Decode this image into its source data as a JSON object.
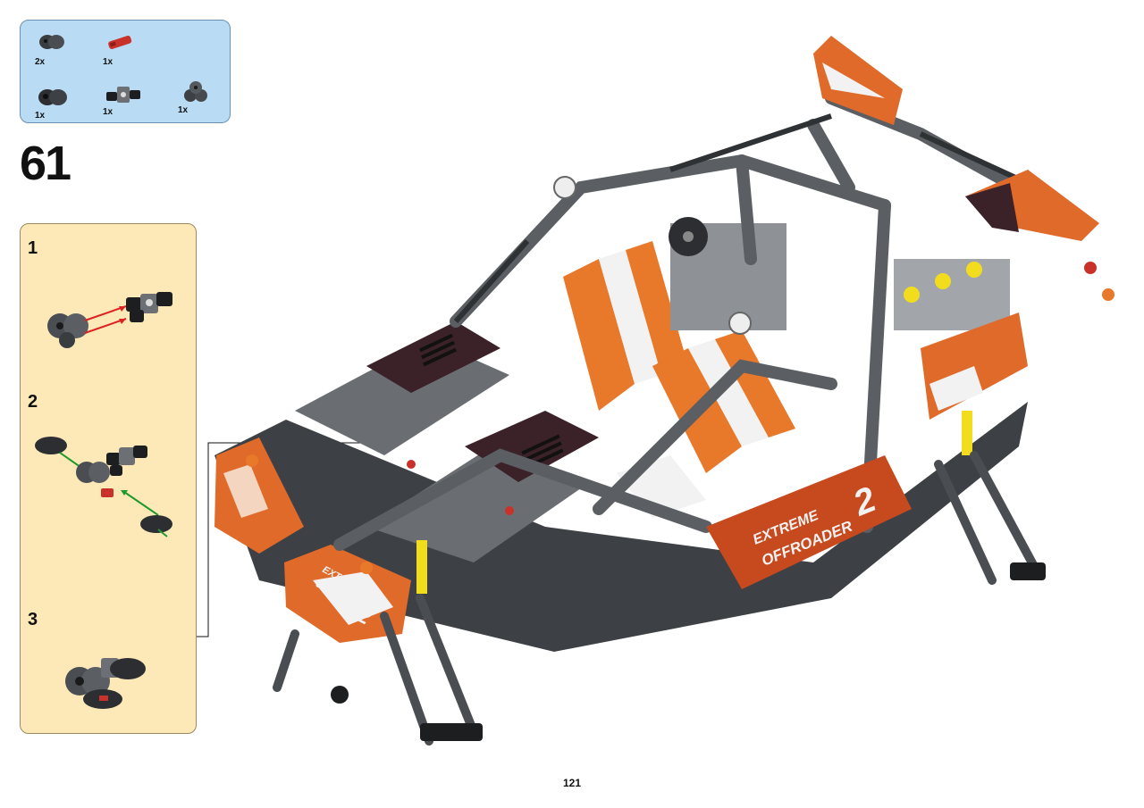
{
  "parts_list": [
    {
      "name": "dark-grey-double-bush",
      "qty": "2x"
    },
    {
      "name": "red-axle-pin",
      "qty": "1x"
    },
    {
      "name": "black-connector-block",
      "qty": "1x"
    },
    {
      "name": "black-axle-joiner-assembly",
      "qty": "1x"
    },
    {
      "name": "dark-grey-triple-connector",
      "qty": "1x"
    }
  ],
  "step_number": "61",
  "substeps": [
    {
      "number": "1"
    },
    {
      "number": "2"
    },
    {
      "number": "3"
    }
  ],
  "page_number": "121",
  "model": {
    "decal_line_1": "EXTREME",
    "decal_line_2": "OFFROADER",
    "decal_number": "2"
  },
  "colors": {
    "parts_box_bg": "#b9dcf4",
    "substeps_box_bg": "#fde9b8",
    "dark_grey": "#5b5f63",
    "black": "#1d1e20",
    "orange": "#e8782a",
    "white": "#f2f2f2",
    "red": "#c8322a",
    "yellow": "#f2dc1e",
    "brown_dark": "#3b2228"
  }
}
